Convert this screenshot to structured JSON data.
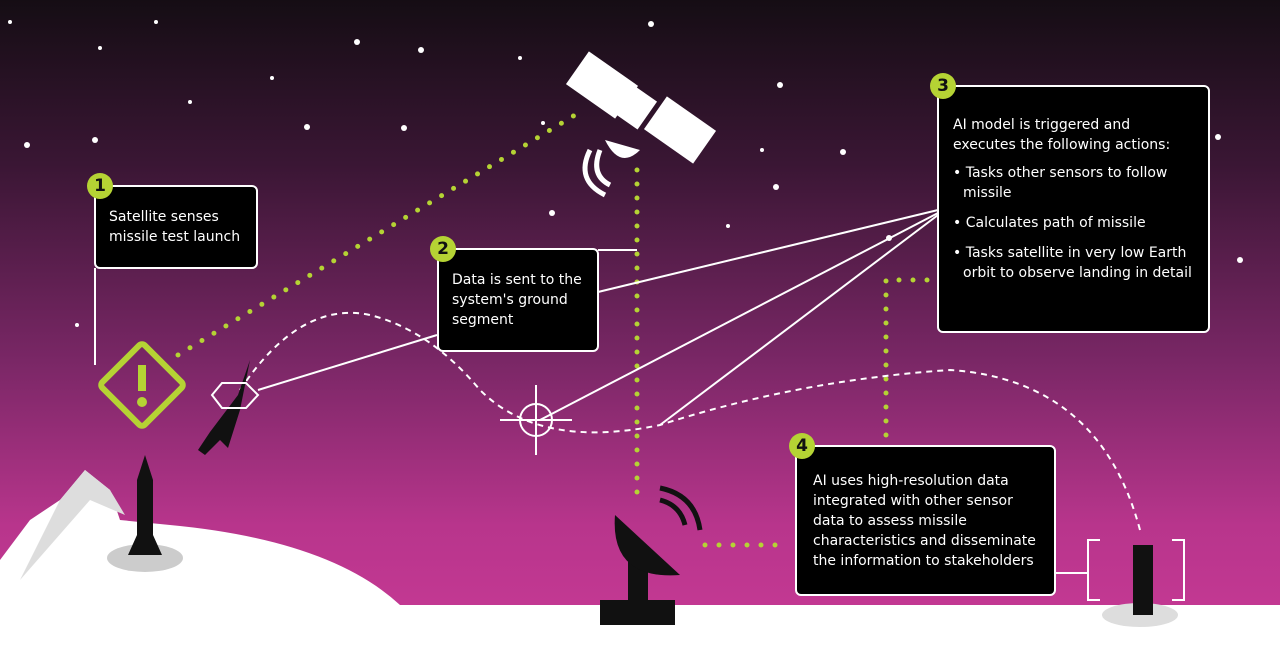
{
  "steps": [
    {
      "number": "1",
      "text": "Satellite senses missile test launch"
    },
    {
      "number": "2",
      "text": "Data is sent to the system's ground segment"
    },
    {
      "number": "3",
      "text": "AI model is triggered and executes the following actions:",
      "bullets": [
        "Tasks other sensors to follow missile",
        "Calculates path of missile",
        "Tasks satellite in very low Earth orbit to observe landing in detail"
      ]
    },
    {
      "number": "4",
      "text": "AI uses high-resolution data integrated with other sensor data to assess missile characteristics and disseminate the information to stakeholders"
    }
  ],
  "colors": {
    "accent": "#b5d334",
    "box": "#000000",
    "sky_top": "#150d14",
    "sky_bottom": "#c93a96"
  }
}
